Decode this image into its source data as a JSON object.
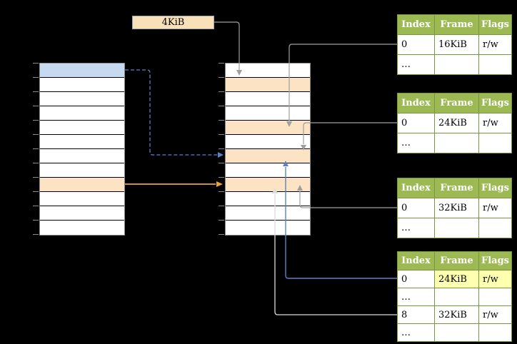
{
  "size_label": {
    "text": "4KiB"
  },
  "left_column": {
    "rows": [
      "blue",
      "white",
      "white",
      "white",
      "white",
      "white",
      "white",
      "white",
      "orange",
      "white",
      "white",
      "white"
    ]
  },
  "mid_column": {
    "rows": [
      "white",
      "orange",
      "white",
      "white",
      "orange",
      "white",
      "orange",
      "white",
      "orange",
      "white",
      "white",
      "white"
    ]
  },
  "tables": [
    {
      "name": "page-table-1",
      "headers": [
        "Index",
        "Frame",
        "Flags"
      ],
      "rows": [
        {
          "cells": [
            "0",
            "16KiB",
            "r/w"
          ],
          "highlight_cells": []
        },
        {
          "cells": [
            "…",
            "",
            ""
          ],
          "highlight_cells": []
        }
      ]
    },
    {
      "name": "page-table-2",
      "headers": [
        "Index",
        "Frame",
        "Flags"
      ],
      "rows": [
        {
          "cells": [
            "0",
            "24KiB",
            "r/w"
          ],
          "highlight_cells": []
        },
        {
          "cells": [
            "…",
            "",
            ""
          ],
          "highlight_cells": []
        }
      ]
    },
    {
      "name": "page-table-3",
      "headers": [
        "Index",
        "Frame",
        "Flags"
      ],
      "rows": [
        {
          "cells": [
            "0",
            "32KiB",
            "r/w"
          ],
          "highlight_cells": []
        },
        {
          "cells": [
            "…",
            "",
            ""
          ],
          "highlight_cells": []
        }
      ]
    },
    {
      "name": "page-table-4",
      "headers": [
        "Index",
        "Frame",
        "Flags"
      ],
      "rows": [
        {
          "cells": [
            "0",
            "24KiB",
            "r/w"
          ],
          "highlight_cells": [
            1,
            2
          ]
        },
        {
          "cells": [
            "…",
            "",
            ""
          ],
          "highlight_cells": []
        },
        {
          "cells": [
            "8",
            "32KiB",
            "r/w"
          ],
          "highlight_cells": []
        },
        {
          "cells": [
            "…",
            "",
            ""
          ],
          "highlight_cells": []
        }
      ]
    }
  ],
  "colors": {
    "background": "#000000",
    "cell_white": "#ffffff",
    "row_blue": "#c6d9f0",
    "row_orange": "#fbe3c4",
    "box_fill": "#f8e0b8",
    "box_border": "#a6a6a6",
    "column_border": "#8a8a8a",
    "table_header_bg": "#9cb953",
    "table_header_text": "#ffffff",
    "table_border": "#7a9440",
    "table_cell_bg": "#ffffff",
    "highlight_yellow": "#ffffb0",
    "arrow_gray": "#9f9f9f",
    "arrow_blue": "#5585c8",
    "arrow_orange": "#eda338",
    "arrow_light": "#dcdcdc",
    "tick": "#8a8a8a"
  }
}
